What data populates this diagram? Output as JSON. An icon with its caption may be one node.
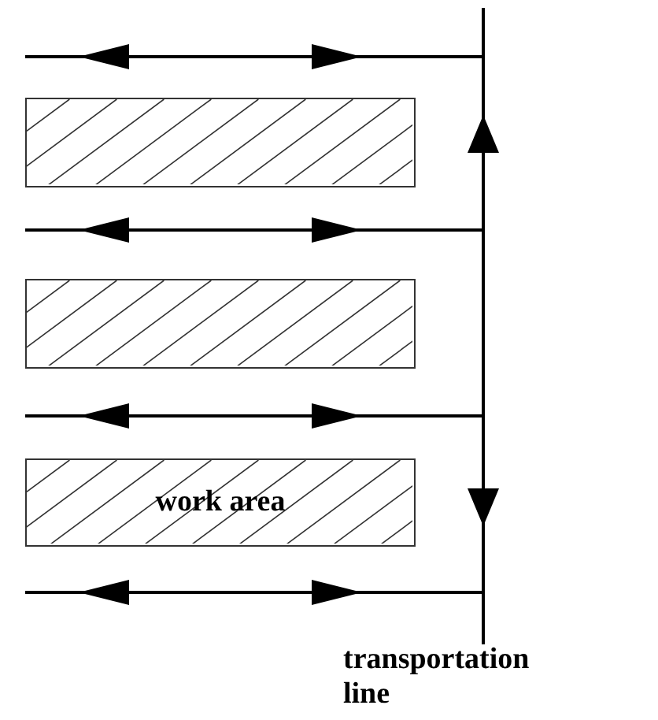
{
  "diagram": {
    "nodes": [
      {
        "text": [],
        "shape": "box"
      },
      {
        "text": [],
        "shape": "box"
      },
      {
        "text": [
          "work area"
        ]
      }
    ],
    "labels": [
      "transportation line"
    ]
  }
}
